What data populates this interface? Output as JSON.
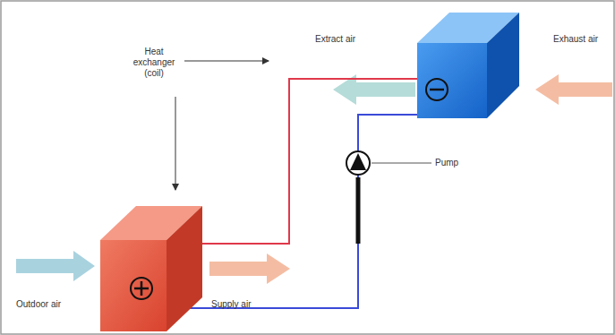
{
  "diagram": {
    "labels": [
      "Heat exchanger (coil)",
      "Extract air",
      "Exhaust air",
      "Pump",
      "Outdoor air",
      "Supply air"
    ]
  }
}
